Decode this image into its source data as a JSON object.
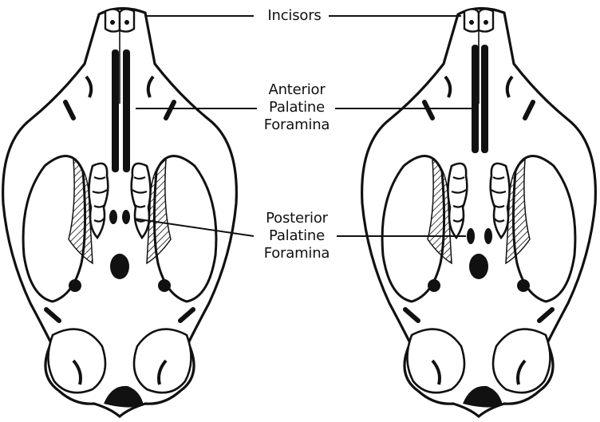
{
  "labels": {
    "incisors": "Incisors",
    "anterior_palatine": [
      "Anterior",
      "Palatine",
      "Foramina"
    ],
    "posterior_palatine": [
      "Posterior",
      "Palatine",
      "Foramina"
    ]
  },
  "skulls": [
    {
      "id": "left-skull",
      "posterior_foramina_position": "between molars"
    },
    {
      "id": "right-skull",
      "posterior_foramina_position": "behind molars"
    }
  ],
  "colors": {
    "ink": "#111111",
    "paper": "#ffffff"
  }
}
